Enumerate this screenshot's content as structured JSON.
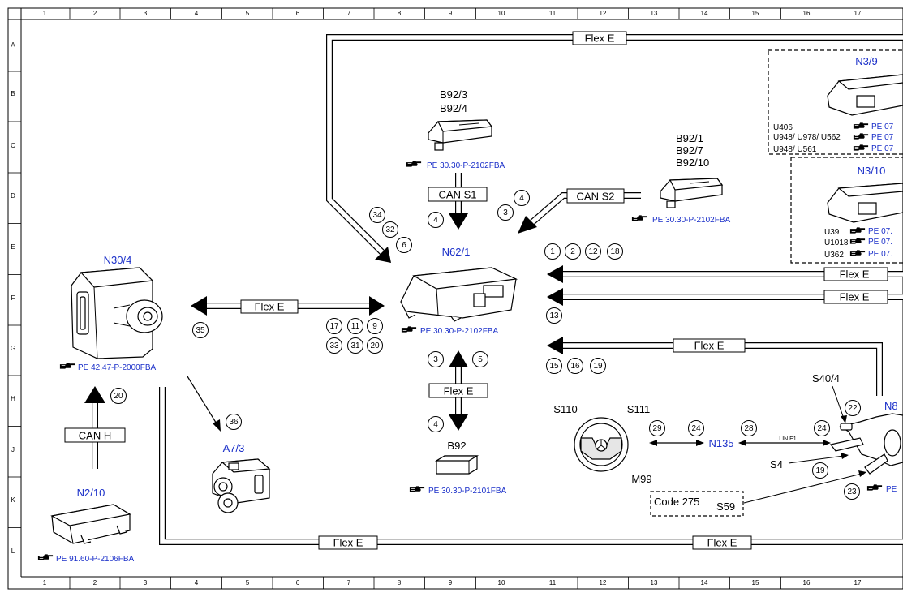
{
  "grid": {
    "columns": [
      "1",
      "2",
      "3",
      "4",
      "5",
      "6",
      "7",
      "8",
      "9",
      "10",
      "11",
      "12",
      "13",
      "14",
      "15",
      "16",
      "17"
    ],
    "rows": [
      "A",
      "B",
      "C",
      "D",
      "E",
      "F",
      "G",
      "H",
      "J",
      "K",
      "L"
    ]
  },
  "components": {
    "n30_4": {
      "label": "N30/4",
      "ref": "PE 42.47-P-2000FBA"
    },
    "n2_10": {
      "label": "N2/10",
      "ref": "PE 91.60-P-2106FBA"
    },
    "a7_3": {
      "label": "A7/3"
    },
    "b92_3": {
      "label1": "B92/3",
      "label2": "B92/4",
      "ref": "PE 30.30-P-2102FBA"
    },
    "b92_1": {
      "label1": "B92/1",
      "label2": "B92/7",
      "label3": "B92/10",
      "ref": "PE 30.30-P-2102FBA"
    },
    "n62_1": {
      "label": "N62/1",
      "ref": "PE 30.30-P-2102FBA"
    },
    "b92": {
      "label": "B92",
      "ref": "PE 30.30-P-2101FBA"
    },
    "n3_9": {
      "label": "N3/9",
      "u1": "U406",
      "u2": "U948/ U978/ U562",
      "u3": "U948/ U561",
      "ref1": "PE 07",
      "ref2": "PE 07",
      "ref3": "PE 07"
    },
    "n3_10": {
      "label": "N3/10",
      "u1": "U39",
      "u2": "U1018",
      "u3": "U362",
      "ref1": "PE 07.",
      "ref2": "PE 07.",
      "ref3": "PE 07."
    },
    "steering": {
      "s110": "S110",
      "s111": "S111",
      "m99": "M99"
    },
    "n135": {
      "label": "N135",
      "lin": "LIN E1"
    },
    "n8": {
      "label": "N8",
      "s40_4": "S40/4",
      "s4": "S4",
      "ref": "PE"
    },
    "code_box": {
      "code": "Code 275",
      "s59": "S59"
    }
  },
  "buses": {
    "flex_e": "Flex E",
    "can_s1": "CAN S1",
    "can_s2": "CAN S2",
    "can_h": "CAN H"
  },
  "callouts": {
    "c34": "34",
    "c32": "32",
    "c6": "6",
    "c3a": "3",
    "c4a": "4",
    "c4b": "4",
    "c1": "1",
    "c2": "2",
    "c12": "12",
    "c18": "18",
    "c13": "13",
    "c15": "15",
    "c16": "16",
    "c19a": "19",
    "c35": "35",
    "c17": "17",
    "c11": "11",
    "c9": "9",
    "c33": "33",
    "c31": "31",
    "c20a": "20",
    "c3b": "3",
    "c5": "5",
    "c4c": "4",
    "c20b": "20",
    "c36": "36",
    "c29": "29",
    "c24a": "24",
    "c28": "28",
    "c24b": "24",
    "c22": "22",
    "c19b": "19",
    "c23": "23"
  },
  "colors": {
    "label_blue": "#1a2fc9",
    "line": "#000000"
  }
}
